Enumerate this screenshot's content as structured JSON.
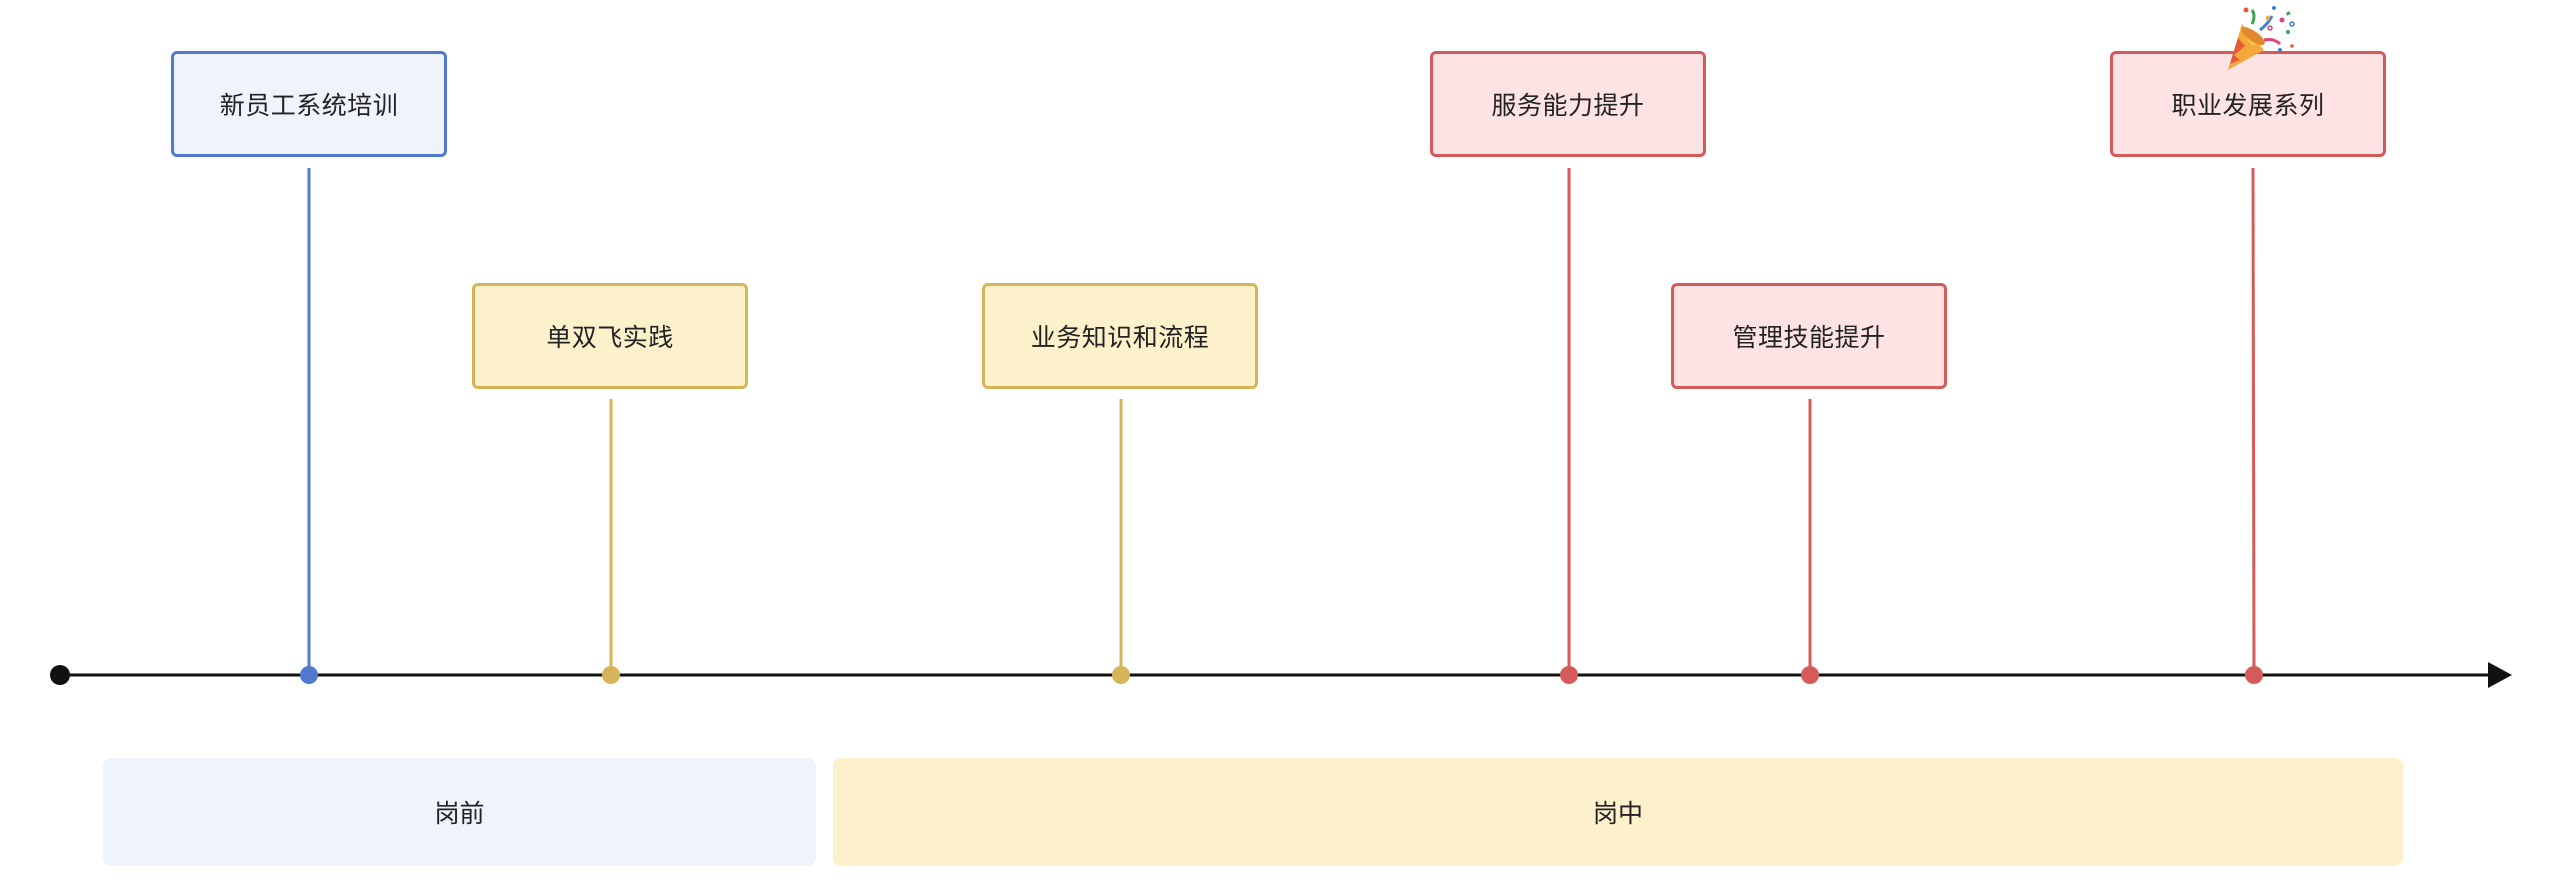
{
  "milestones": [
    {
      "label": "新员工系统培训",
      "color": "blue"
    },
    {
      "label": "单双飞实践",
      "color": "yellow"
    },
    {
      "label": "业务知识和流程",
      "color": "yellow"
    },
    {
      "label": "服务能力提升",
      "color": "red"
    },
    {
      "label": "管理技能提升",
      "color": "red"
    },
    {
      "label": "职业发展系列",
      "color": "red"
    }
  ],
  "phases": {
    "pre": "岗前",
    "mid": "岗中"
  },
  "colors": {
    "blue": "#5179cf",
    "yellow": "#d7b458",
    "red": "#d75a5a",
    "axis": "#111111"
  },
  "icons": {
    "celebration": "party-popper-icon"
  }
}
